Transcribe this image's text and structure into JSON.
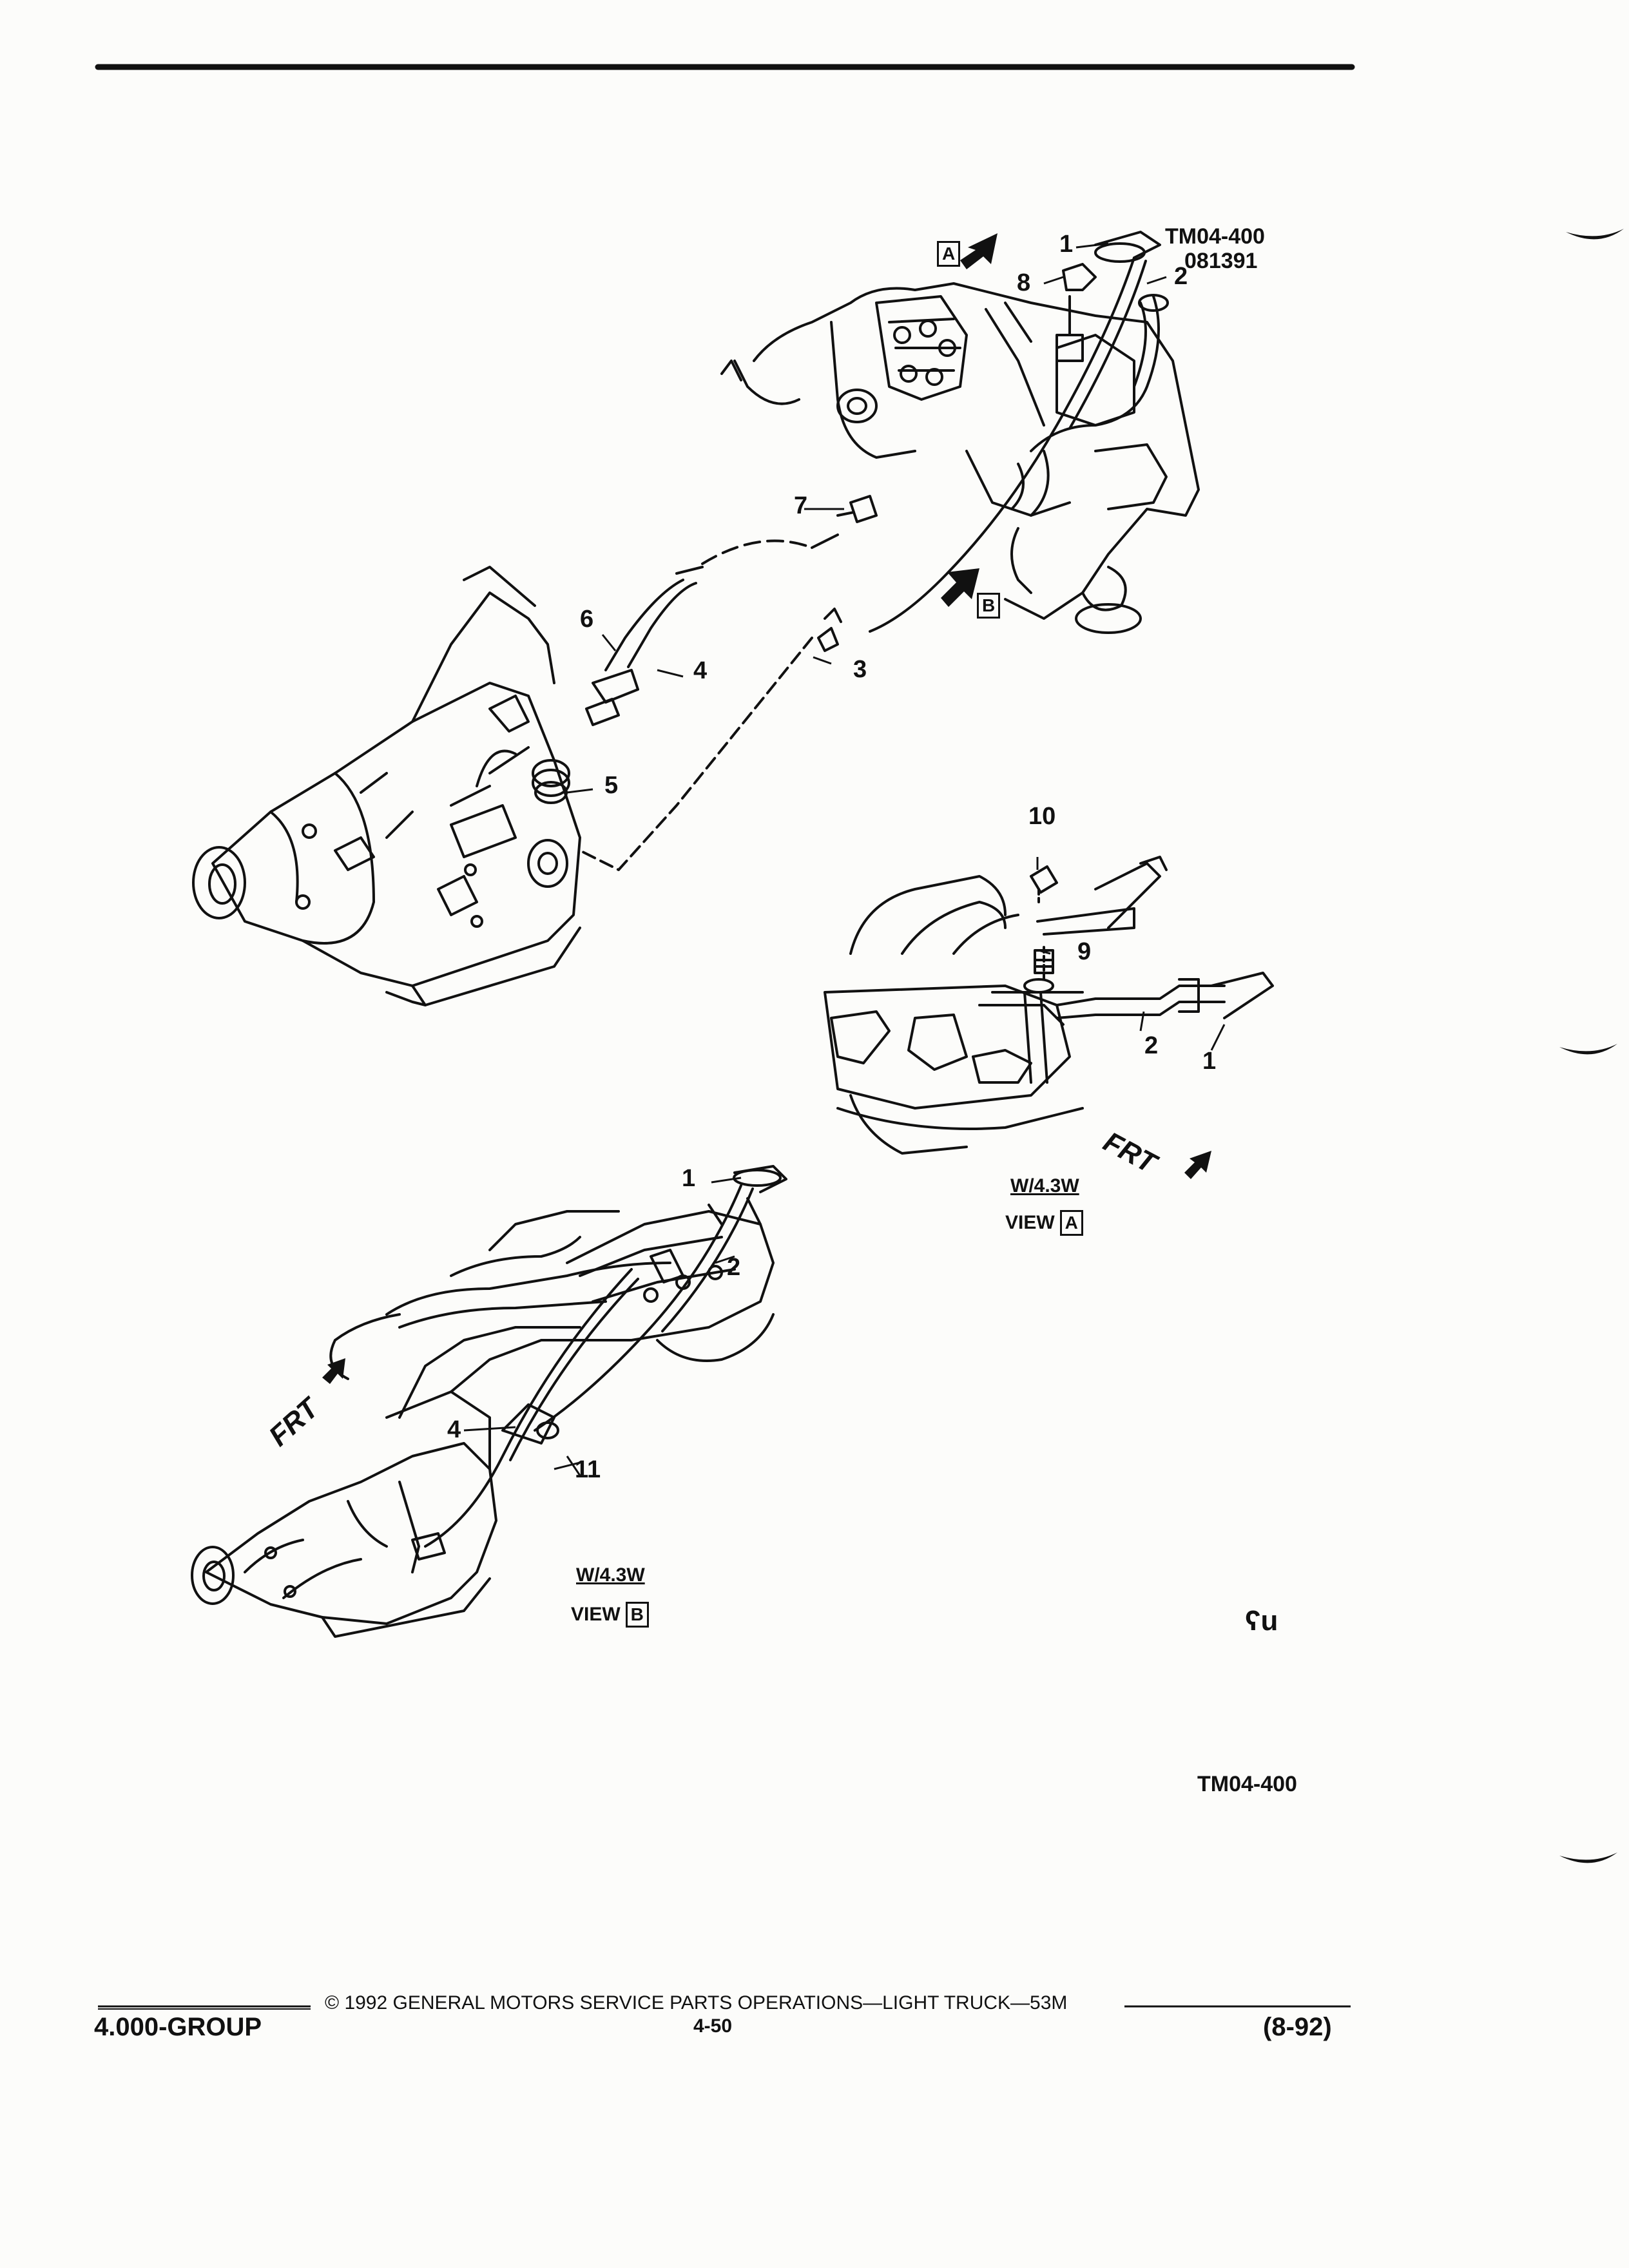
{
  "figure": {
    "id": "TM04-400",
    "date_code": "081391",
    "bottom_id": "TM04-400",
    "logo_glyph": "ʕu"
  },
  "callouts": {
    "main": {
      "c1": "1",
      "c2": "2",
      "c3": "3",
      "c4": "4",
      "c5": "5",
      "c6": "6",
      "c7": "7",
      "c8": "8"
    },
    "view_a": {
      "c10": "10",
      "c9": "9",
      "c2": "2",
      "c1": "1"
    },
    "view_b": {
      "c1": "1",
      "c2": "2",
      "c4": "4",
      "c11": "11"
    }
  },
  "view_markers": {
    "a": "A",
    "b": "B"
  },
  "view_a_caption": {
    "sub": "W/4.3W",
    "label": "VIEW",
    "letter": "A"
  },
  "view_b_caption": {
    "sub": "W/4.3W",
    "label": "VIEW",
    "letter": "B"
  },
  "direction": {
    "frt_a": "FRT",
    "frt_b": "FRT"
  },
  "footer": {
    "copyright": "© 1992 GENERAL MOTORS SERVICE PARTS OPERATIONS—LIGHT TRUCK—53M",
    "group": "4.000-GROUP",
    "page_number": "4-50",
    "revision": "(8-92)"
  }
}
